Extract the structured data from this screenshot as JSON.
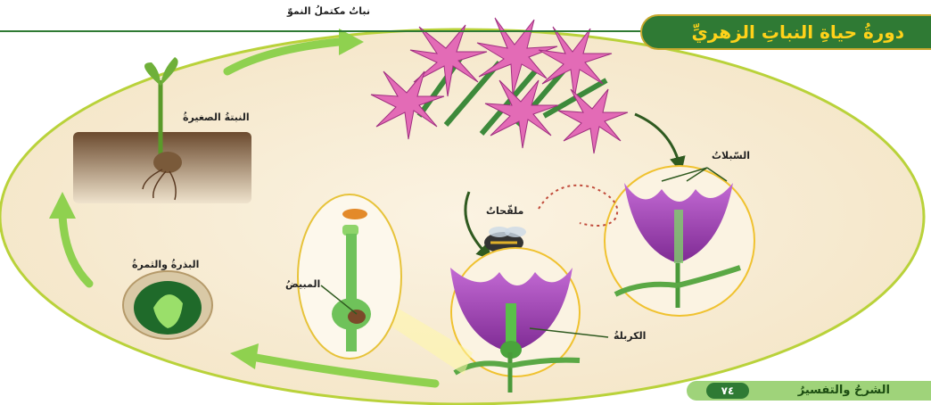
{
  "header": {
    "title": "دورةُ حياةِ النباتِ الزهريِّ"
  },
  "labels": {
    "mature_plant": "نباتٌ مكتملُ النموّ",
    "seedling": "النبتةُ الصغيرةُ",
    "sepals": "السّبلاتُ",
    "pollinators": "ملقّحاتٌ",
    "ovary": "المبيضُ",
    "pistil": "الكربلةُ",
    "seed_fruit": "البذرةُ والثمرةُ"
  },
  "footer": {
    "section": "الشرحُ والتفسيرُ",
    "page_number": "٧٤"
  }
}
